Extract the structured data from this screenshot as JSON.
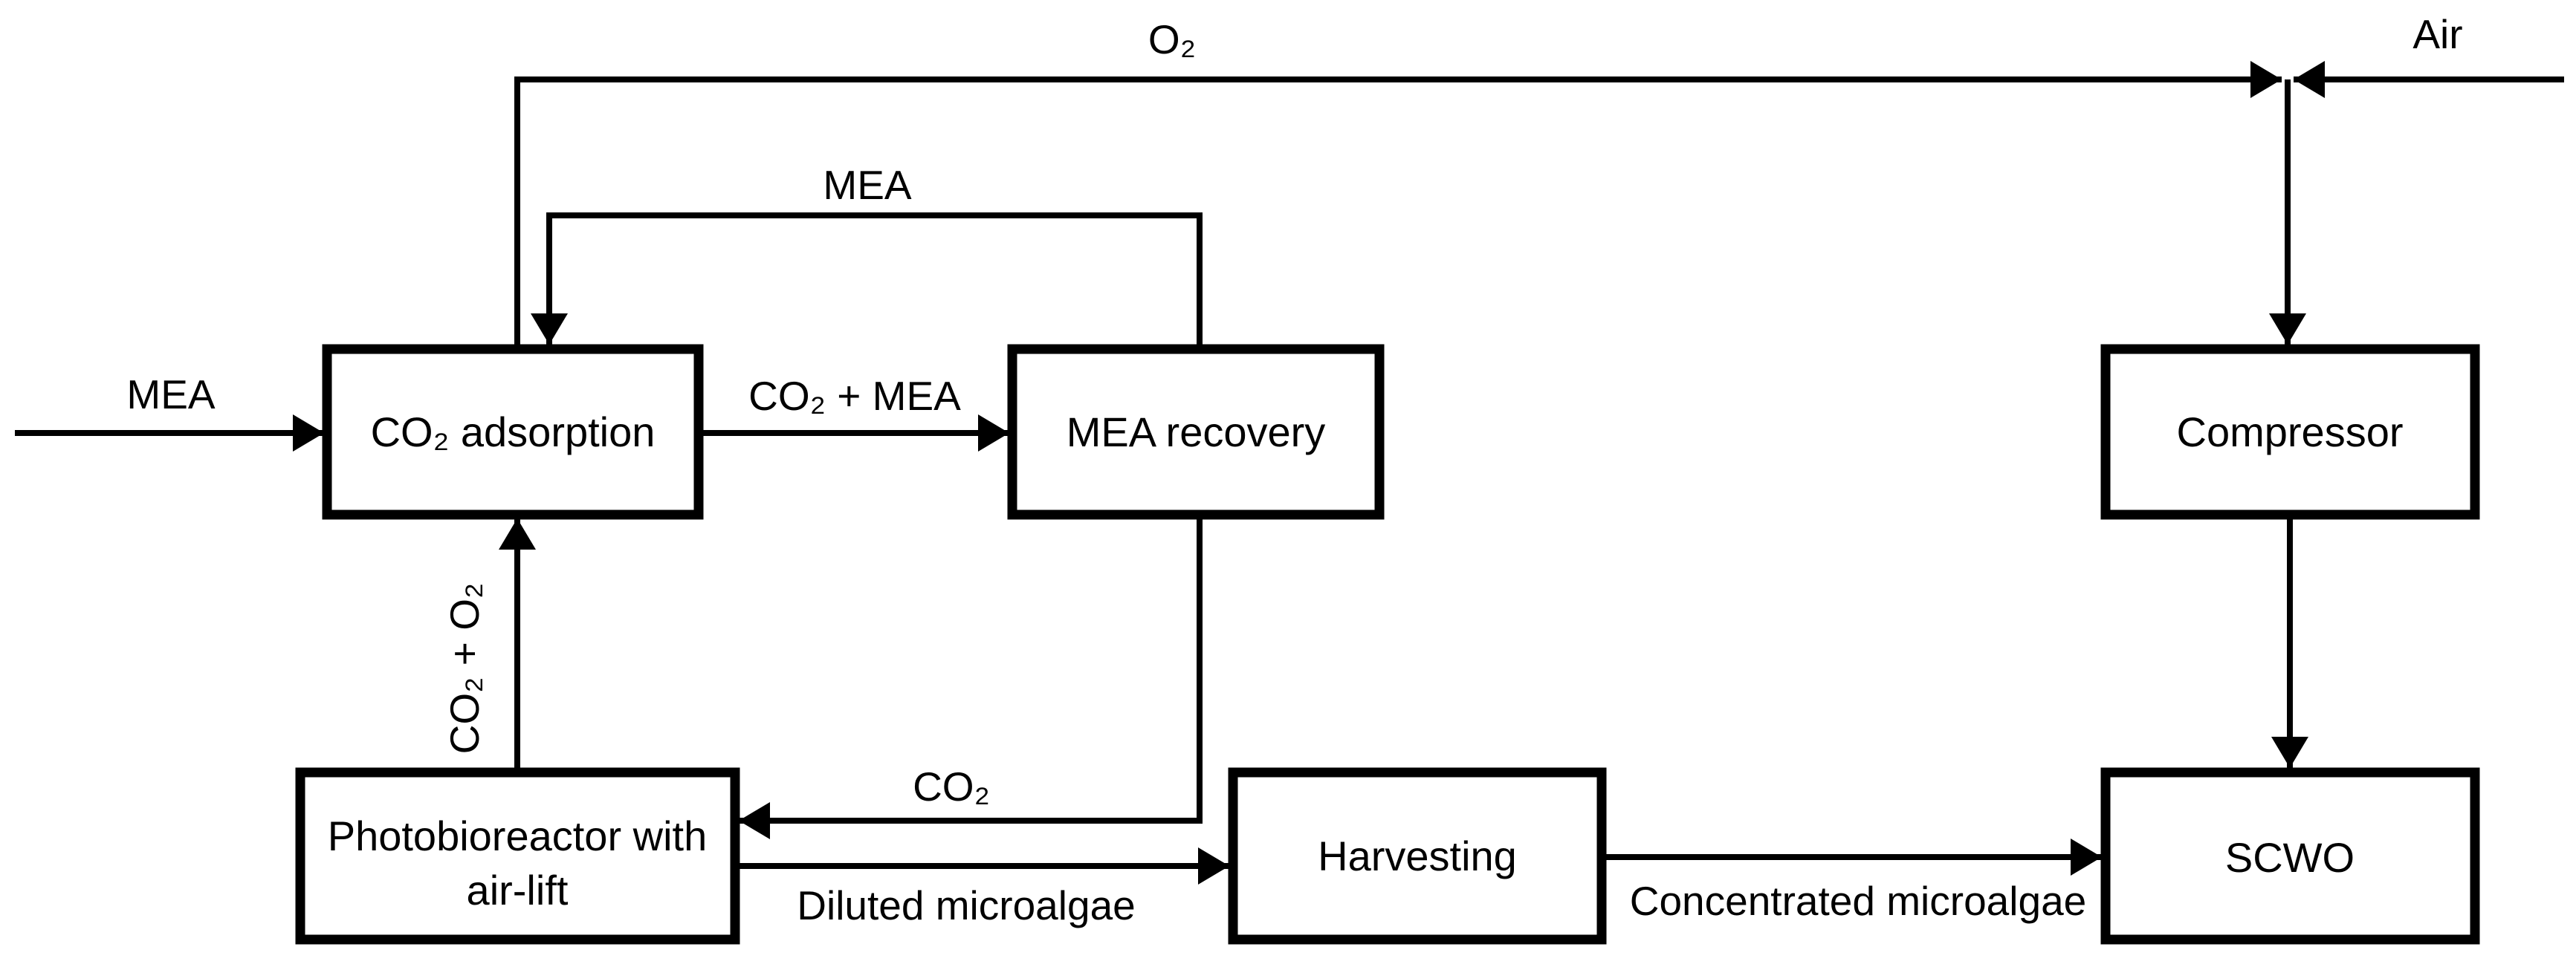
{
  "diagram": {
    "description": "Process flow diagram of CO2 capture with MEA coupled to microalgae cultivation and SCWO",
    "colors": {
      "line": "#000000",
      "background": "#ffffff",
      "text": "#000000"
    },
    "boxes": {
      "co2_adsorption": {
        "label": "CO₂ adsorption"
      },
      "mea_recovery": {
        "label": "MEA recovery"
      },
      "compressor": {
        "label": "Compressor"
      },
      "photobioreactor": {
        "line1": "Photobioreactor with",
        "line2": "air-lift"
      },
      "harvesting": {
        "label": "Harvesting"
      },
      "scwo": {
        "label": "SCWO"
      }
    },
    "streams": {
      "mea_feed": "MEA",
      "o2": "O₂",
      "air": "Air",
      "mea_return": "MEA",
      "co2_mea": "CO₂ + MEA",
      "co2": "CO₂",
      "co2_o2": "CO₂ + O₂",
      "diluted_microalgae": "Diluted microalgae",
      "concentrated_microalgae": "Concentrated microalgae"
    }
  }
}
